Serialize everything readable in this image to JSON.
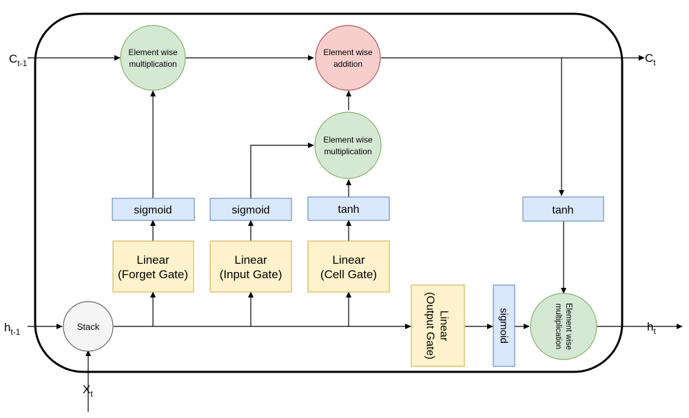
{
  "colors": {
    "multiply_fill": "#d5e8d4",
    "multiply_stroke": "#82b366",
    "add_fill": "#f8cecc",
    "add_stroke": "#b85450",
    "stack_fill": "#f5f5f5",
    "stack_stroke": "#666666",
    "activation_fill": "#dae8fc",
    "activation_stroke": "#6c8ebf",
    "linear_fill": "#fff2cc",
    "linear_stroke": "#d6b656",
    "line": "#000000"
  },
  "inputs": {
    "cell_prev": {
      "main": "C",
      "sub": "t-1"
    },
    "hidden_prev": {
      "main": "h",
      "sub": "t-1"
    },
    "x": {
      "main": "X",
      "sub": "t"
    }
  },
  "outputs": {
    "cell": {
      "main": "C",
      "sub": "t"
    },
    "hidden": {
      "main": "h",
      "sub": "t"
    }
  },
  "nodes": {
    "forget_mult": {
      "lines": [
        "Element wise",
        "multiplication"
      ]
    },
    "cell_add": {
      "lines": [
        "Element wise",
        "addition"
      ]
    },
    "input_mult": {
      "lines": [
        "Element wise",
        "multiplication"
      ]
    },
    "output_mult": {
      "lines": [
        "Element wise",
        "multiplication"
      ]
    },
    "stack": {
      "label": "Stack"
    },
    "sigmoid_forget": {
      "label": "sigmoid"
    },
    "sigmoid_input": {
      "label": "sigmoid"
    },
    "tanh_cell": {
      "label": "tanh"
    },
    "tanh_out": {
      "label": "tanh"
    },
    "sigmoid_output": {
      "label": "sigmoid"
    },
    "linear_forget": {
      "lines": [
        "Linear",
        "(Forget Gate)"
      ]
    },
    "linear_input": {
      "lines": [
        "Linear",
        "(Input Gate)"
      ]
    },
    "linear_cell": {
      "lines": [
        "Linear",
        "(Cell Gate)"
      ]
    },
    "linear_output": {
      "lines": [
        "Linear",
        "(Output Gate)"
      ]
    }
  }
}
